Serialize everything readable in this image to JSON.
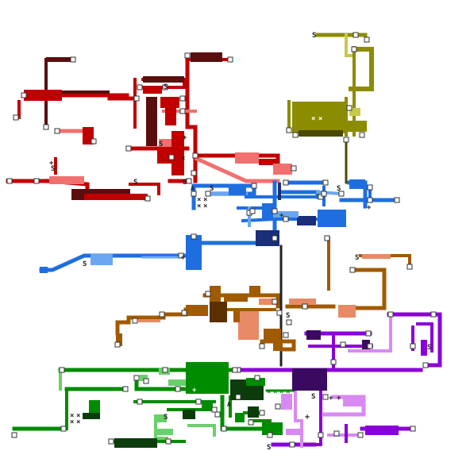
{
  "map": {
    "regions": [
      {
        "name": "red-region",
        "color": "#c00000",
        "dark": "#5a0e0e",
        "light": "#f07070"
      },
      {
        "name": "olive-region",
        "color": "#8c8c00",
        "dark": "#4a4a00",
        "light": "#c8c84a"
      },
      {
        "name": "blue-region",
        "color": "#1f6ee0",
        "dark": "#1a2e7a",
        "light": "#6aa6f2"
      },
      {
        "name": "brown-region",
        "color": "#a05a00",
        "dark": "#5a3000",
        "light": "#e88a66"
      },
      {
        "name": "purple-region",
        "color": "#8a00d8",
        "dark": "#3a0a60",
        "light": "#d88af2"
      },
      {
        "name": "green-region",
        "color": "#008c00",
        "dark": "#0c3c0c",
        "light": "#6ad06a"
      }
    ],
    "save_glyph": "S",
    "cross_glyph": "×",
    "plus_glyph": "+",
    "up_glyph": "A"
  }
}
